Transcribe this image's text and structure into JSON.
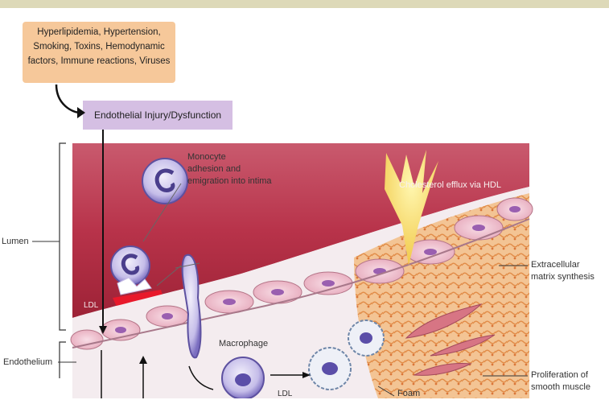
{
  "risk_factors": {
    "lines": [
      "Hyperlipidemia, Hypertension,",
      "Smoking, Toxins, Hemodynamic",
      "factors, Immune reactions, Viruses"
    ]
  },
  "injury": {
    "label": "Endothelial Injury/Dysfunction"
  },
  "labels": {
    "monocyte": [
      "Monocyte",
      "adhesion and",
      "emigration into intima"
    ],
    "cholesterol": "Cholesterol efflux via HDL",
    "lumen": "Lumen",
    "ldl": "LDL",
    "extracellular": [
      "Extracellular",
      "matrix synthesis"
    ],
    "endothelium": "Endothelium",
    "macrophage": "Macrophage",
    "ldl2": "LDL",
    "foam": "Foam",
    "proliferation": [
      "Proliferation of",
      "smooth muscle"
    ]
  },
  "colors": {
    "lumen": "#b8334a",
    "endothelial_cell": "#f1c7d3",
    "intima": "#f5eef0",
    "matrix": "#efb27a",
    "monocyte": "#8d7fd0",
    "risk_box": "#f6c89a",
    "injury_box": "#d5bfe3"
  }
}
